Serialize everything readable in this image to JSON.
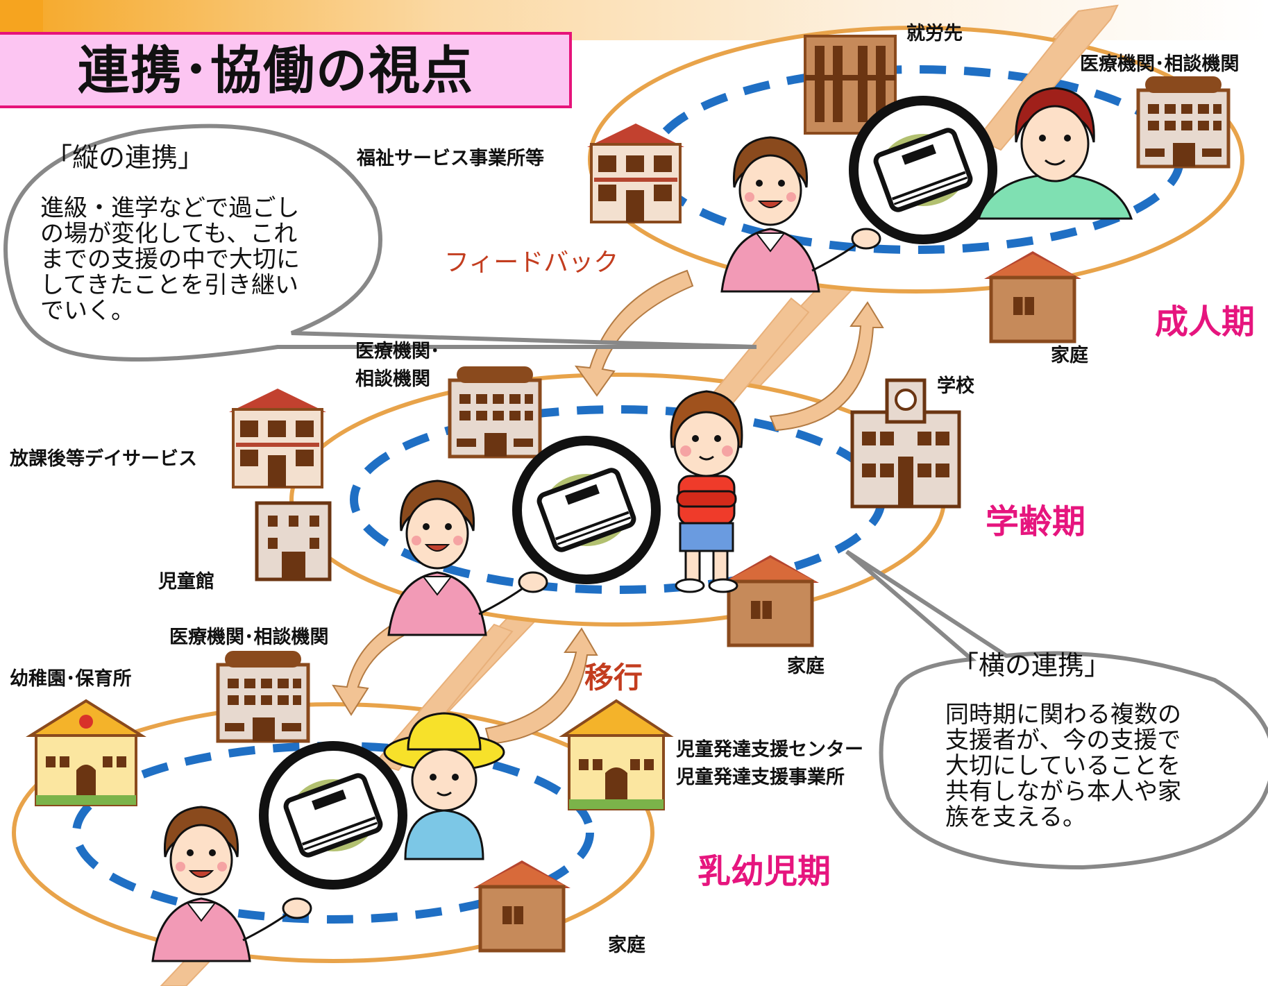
{
  "title": "連携･協働の視点",
  "stages": {
    "adult": "成人期",
    "school": "学齢期",
    "infant": "乳幼児期"
  },
  "flows": {
    "feedback": "フィードバック",
    "transition": "移行"
  },
  "bubbles": {
    "vertical": {
      "title": "「縦の連携」",
      "lines": [
        "進級・進学などで過ごし",
        "の場が変化しても、これ",
        "までの支援の中で大切に",
        "してきたことを引き継い",
        "でいく。"
      ]
    },
    "horizontal": {
      "title": "「横の連携」",
      "lines": [
        "同時期に関わる複数の",
        "支援者が、今の支援で",
        "大切にしていることを",
        "共有しながら本人や家",
        "族を支える。"
      ]
    }
  },
  "labels": {
    "employment": "就労先",
    "medical_adult": "医療機関･相談機関",
    "welfare": "福祉サービス事業所等",
    "home_adult": "家庭",
    "medical_school_1": "医療機関･",
    "medical_school_2": "相談機関",
    "school": "学校",
    "after_school": "放課後等デイサービス",
    "childrens_hall": "児童館",
    "home_school": "家庭",
    "medical_infant": "医療機関･相談機関",
    "kindergarten": "幼稚園･保育所",
    "dev_center_1": "児童発達支援センター",
    "dev_center_2": "児童発達支援事業所",
    "home_infant": "家庭"
  },
  "colors": {
    "title_bg": "#fcc5f2",
    "title_border": "#e6137a",
    "stage_text": "#e6157e",
    "flow_text": "#c33d1f",
    "ring_outline": "#e8a34a",
    "ring_dash": "#1f6fc4",
    "arrow_fill": "#f2c394",
    "roof_red": "#b5452f",
    "house_brown": "#8a4a1d",
    "book_green": "#b2c070"
  },
  "icons": [
    "office-building-icon",
    "hospital-icon",
    "apartment-icon",
    "house-icon",
    "school-icon",
    "kindergarten-icon",
    "handbook-icon",
    "caregiver-icon",
    "boy-icon",
    "man-icon",
    "toddler-icon"
  ]
}
